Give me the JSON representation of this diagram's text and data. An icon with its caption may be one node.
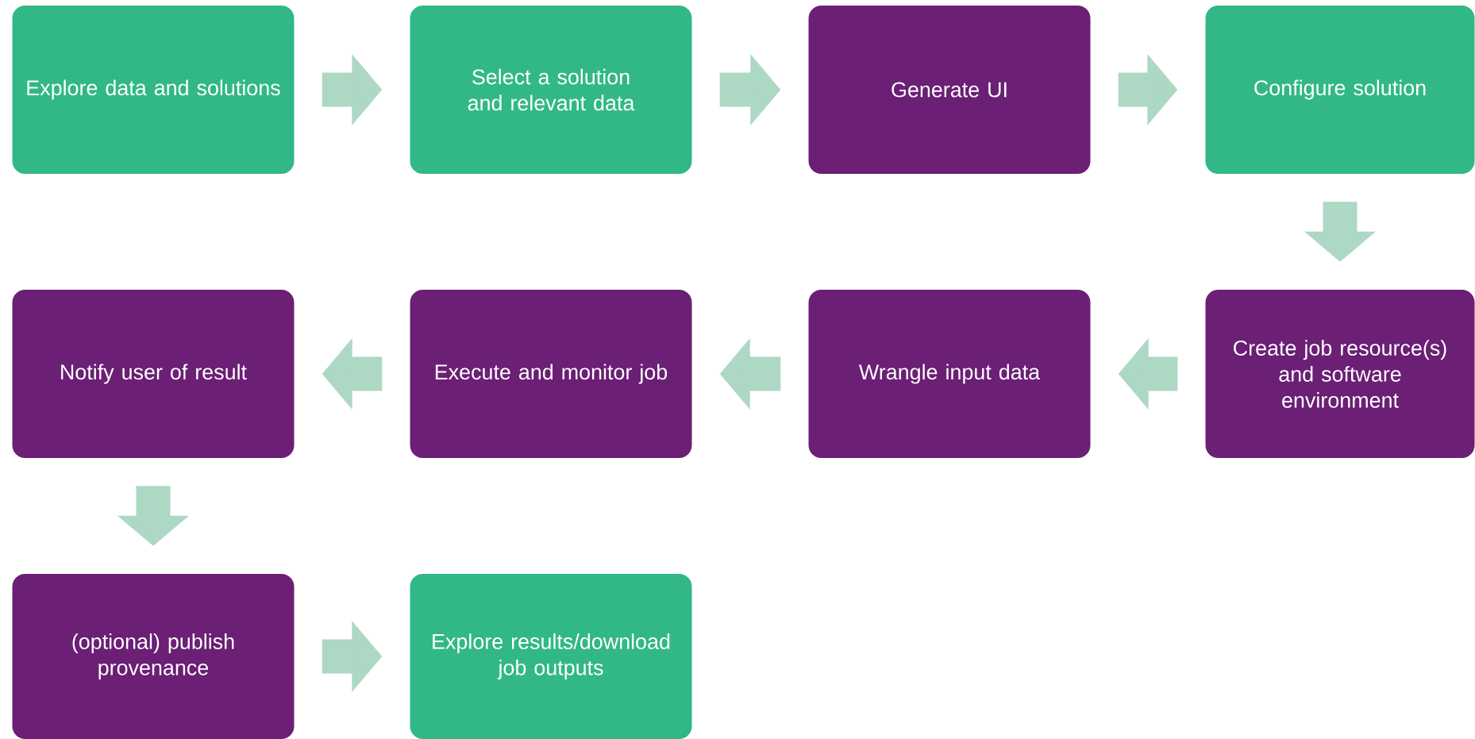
{
  "diagram": {
    "nodes": [
      {
        "text": [
          "Explore data and solutions"
        ]
      },
      {
        "text": [
          "Select a solution and relevant data"
        ]
      },
      {
        "text": [
          "Generate UI"
        ]
      },
      {
        "text": [
          "Configure solution"
        ]
      },
      {
        "text": [
          "Notify user of result"
        ]
      },
      {
        "text": [
          "Execute and monitor job"
        ]
      },
      {
        "text": [
          "Wrangle input data"
        ]
      },
      {
        "text": [
          "Create job resource(s) and software environment"
        ]
      },
      {
        "text": [
          "(optional) publish provenance"
        ]
      },
      {
        "text": [
          "Explore results/download job outputs"
        ]
      }
    ],
    "edges": [
      {
        "from": 0,
        "to": 1,
        "arrow": "to"
      },
      {
        "from": 1,
        "to": 2,
        "arrow": "to"
      },
      {
        "from": 2,
        "to": 3,
        "arrow": "to"
      },
      {
        "from": 3,
        "to": 7,
        "arrow": "to"
      },
      {
        "from": 7,
        "to": 6,
        "arrow": "to"
      },
      {
        "from": 6,
        "to": 5,
        "arrow": "to"
      },
      {
        "from": 5,
        "to": 4,
        "arrow": "to"
      },
      {
        "from": 4,
        "to": 8,
        "arrow": "to"
      },
      {
        "from": 8,
        "to": 9,
        "arrow": "to"
      }
    ]
  }
}
